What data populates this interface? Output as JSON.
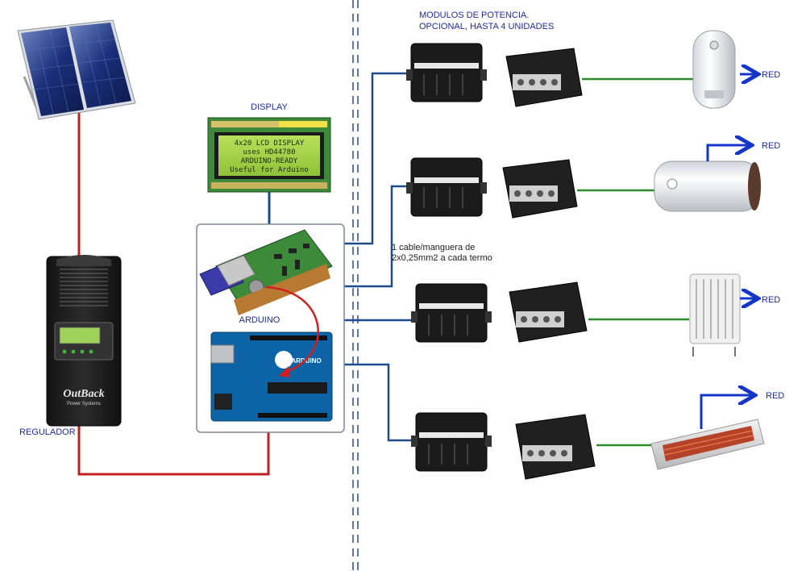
{
  "labels": {
    "modules_title_line1": "MODULOS DE POTENCIA.",
    "modules_title_line2": "OPCIONAL, HASTA 4 UNIDADES",
    "display": "DISPLAY",
    "arduino": "ARDUINO",
    "regulador": "REGULADOR",
    "cable_line1": "1 cable/manguera de",
    "cable_line2": "2x0,25mm2 a cada termo",
    "red": "RED"
  },
  "lcd": {
    "line1": "4x20 LCD DISPLAY",
    "line2": "uses HD44780",
    "line3": "ARDUINO-READY",
    "line4": "Useful for Arduino"
  },
  "regulator_brand": {
    "name": "OutBack",
    "sub": "Power Systems"
  },
  "arduino_logo": "ARDUINO",
  "colors": {
    "label_blue": "#1f2c9e",
    "wire_red": "#c0201e",
    "wire_blue": "#1e4b8a",
    "wire_green": "#2f8a2a",
    "arrow_blue": "#1436c8"
  }
}
